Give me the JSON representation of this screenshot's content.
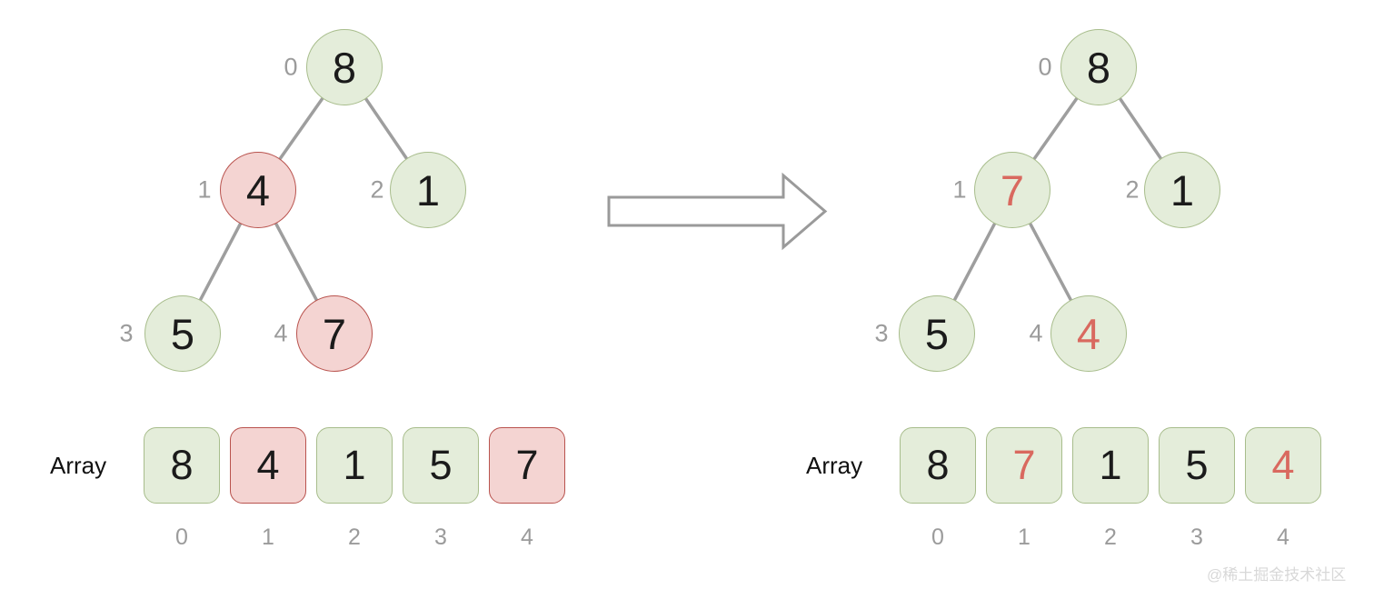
{
  "watermark": {
    "text": "@稀土掘金技术社区"
  },
  "colors": {
    "node_green_fill": "#e4edda",
    "node_green_border": "#a8bd8c",
    "node_pink_fill": "#f4d4d2",
    "node_pink_border": "#b9534e",
    "value_dark": "#1b1b1b",
    "value_red": "#d9695f",
    "edge_gray": "#9e9e9e",
    "index_label_gray": "#9b9b9b",
    "arrow_stroke": "#9a9a9a",
    "watermark_gray": "#d8d8d8"
  },
  "left": {
    "array_label": "Array",
    "tree_nodes": [
      {
        "value": "8",
        "index": "0",
        "variant": "green-dark"
      },
      {
        "value": "4",
        "index": "1",
        "variant": "pink-dark"
      },
      {
        "value": "1",
        "index": "2",
        "variant": "green-dark"
      },
      {
        "value": "5",
        "index": "3",
        "variant": "green-dark"
      },
      {
        "value": "7",
        "index": "4",
        "variant": "pink-dark"
      }
    ],
    "array_cells": [
      {
        "value": "8",
        "index": "0",
        "variant": "green-dark"
      },
      {
        "value": "4",
        "index": "1",
        "variant": "pink-dark"
      },
      {
        "value": "1",
        "index": "2",
        "variant": "green-dark"
      },
      {
        "value": "5",
        "index": "3",
        "variant": "green-dark"
      },
      {
        "value": "7",
        "index": "4",
        "variant": "pink-dark"
      }
    ]
  },
  "right": {
    "array_label": "Array",
    "tree_nodes": [
      {
        "value": "8",
        "index": "0",
        "variant": "green-dark"
      },
      {
        "value": "7",
        "index": "1",
        "variant": "green-red"
      },
      {
        "value": "1",
        "index": "2",
        "variant": "green-dark"
      },
      {
        "value": "5",
        "index": "3",
        "variant": "green-dark"
      },
      {
        "value": "4",
        "index": "4",
        "variant": "green-red"
      }
    ],
    "array_cells": [
      {
        "value": "8",
        "index": "0",
        "variant": "green-dark"
      },
      {
        "value": "7",
        "index": "1",
        "variant": "green-red"
      },
      {
        "value": "1",
        "index": "2",
        "variant": "green-dark"
      },
      {
        "value": "5",
        "index": "3",
        "variant": "green-dark"
      },
      {
        "value": "4",
        "index": "4",
        "variant": "green-red"
      }
    ]
  }
}
